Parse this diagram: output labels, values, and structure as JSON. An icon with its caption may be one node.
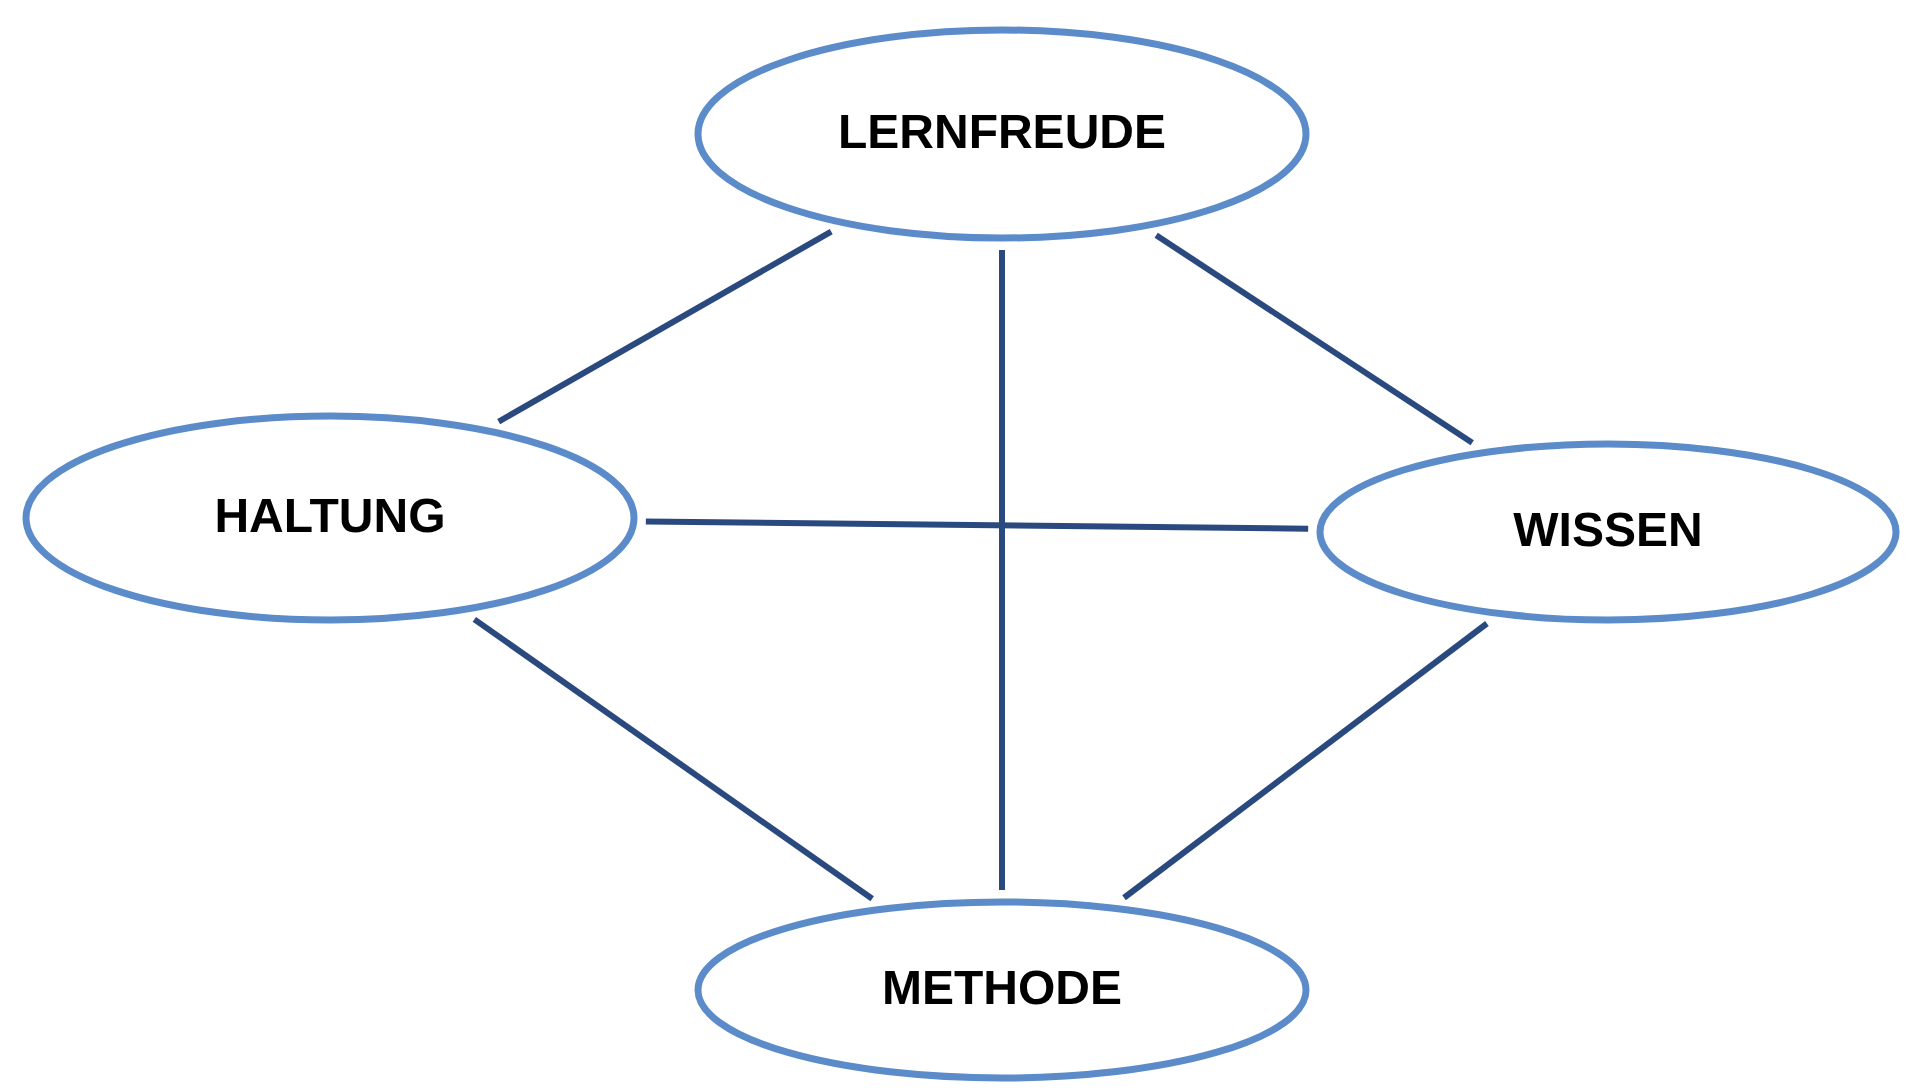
{
  "diagram": {
    "nodes": [
      {
        "text": [
          "LERNFREUDE"
        ]
      },
      {
        "text": [
          "HALTUNG"
        ]
      },
      {
        "text": [
          "WISSEN"
        ]
      },
      {
        "text": [
          "METHODE"
        ]
      }
    ],
    "edges": [
      {
        "from": 0,
        "to": 1,
        "arrow": "none"
      },
      {
        "from": 0,
        "to": 2,
        "arrow": "none"
      },
      {
        "from": 0,
        "to": 3,
        "arrow": "none"
      },
      {
        "from": 1,
        "to": 2,
        "arrow": "none"
      },
      {
        "from": 1,
        "to": 3,
        "arrow": "none"
      },
      {
        "from": 2,
        "to": 3,
        "arrow": "none"
      }
    ]
  }
}
